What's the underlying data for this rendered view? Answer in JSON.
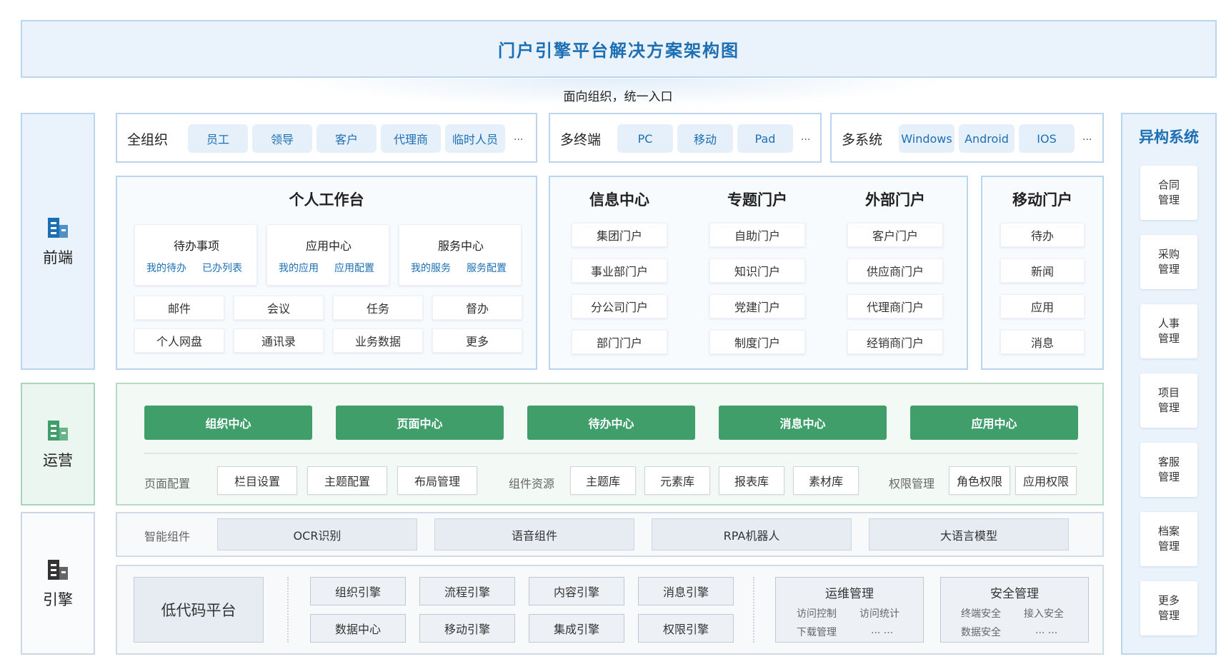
{
  "title": "门户引擎平台解决方案架构图",
  "subtitle": "面向组织，统一入口",
  "colors": {
    "primary_blue": "#1d6fb3",
    "panel_blue": "#eaf3fb",
    "ops_green": "#3f9e6a",
    "engine_gray": "#e7ecf2"
  },
  "layers": {
    "front": "前端",
    "ops": "运营",
    "engine": "引擎"
  },
  "icons": {
    "layer": "building-icon"
  },
  "access": {
    "org": {
      "label": "全组织",
      "chips": [
        "员工",
        "领导",
        "客户",
        "代理商",
        "临时人员"
      ],
      "more": "..."
    },
    "terminal": {
      "label": "多终端",
      "chips": [
        "PC",
        "移动",
        "Pad"
      ],
      "more": "..."
    },
    "system": {
      "label": "多系统",
      "chips": [
        "Windows",
        "Android",
        "IOS"
      ],
      "more": "..."
    }
  },
  "workbench": {
    "title": "个人工作台",
    "cards": [
      {
        "title": "待办事项",
        "links": [
          "我的待办",
          "已办列表"
        ]
      },
      {
        "title": "应用中心",
        "links": [
          "我的应用",
          "应用配置"
        ]
      },
      {
        "title": "服务中心",
        "links": [
          "我的服务",
          "服务配置"
        ]
      }
    ],
    "grid": [
      "邮件",
      "会议",
      "任务",
      "督办",
      "个人网盘",
      "通讯录",
      "业务数据",
      "更多"
    ]
  },
  "portals": [
    {
      "title": "信息中心",
      "items": [
        "集团门户",
        "事业部门户",
        "分公司门户",
        "部门门户"
      ]
    },
    {
      "title": "专题门户",
      "items": [
        "自助门户",
        "知识门户",
        "党建门户",
        "制度门户"
      ]
    },
    {
      "title": "外部门户",
      "items": [
        "客户门户",
        "供应商门户",
        "代理商门户",
        "经销商门户"
      ]
    }
  ],
  "mobile": {
    "title": "移动门户",
    "items": [
      "待办",
      "新闻",
      "应用",
      "消息"
    ]
  },
  "ops": {
    "centers": [
      "组织中心",
      "页面中心",
      "待办中心",
      "消息中心",
      "应用中心"
    ],
    "page_config": {
      "label": "页面配置",
      "items": [
        "栏目设置",
        "主题配置",
        "布局管理"
      ]
    },
    "component_res": {
      "label": "组件资源",
      "items": [
        "主题库",
        "元素库",
        "报表库",
        "素材库"
      ]
    },
    "permission": {
      "label": "权限管理",
      "items": [
        "角色权限",
        "应用权限"
      ]
    }
  },
  "ai": {
    "label": "智能组件",
    "items": [
      "OCR识别",
      "语音组件",
      "RPA机器人",
      "大语言模型"
    ]
  },
  "engine": {
    "lowcode": "低代码平台",
    "row1": [
      "组织引擎",
      "流程引擎",
      "内容引擎",
      "消息引擎"
    ],
    "row2": [
      "数据中心",
      "移动引擎",
      "集成引擎",
      "权限引擎"
    ],
    "ops_mgmt": {
      "title": "运维管理",
      "items": [
        "访问控制",
        "访问统计",
        "下载管理",
        "... ..."
      ]
    },
    "sec_mgmt": {
      "title": "安全管理",
      "items": [
        "终端安全",
        "接入安全",
        "数据安全",
        "... ..."
      ]
    }
  },
  "hetero": {
    "title": "异构系统",
    "items": [
      [
        "合同",
        "管理"
      ],
      [
        "采购",
        "管理"
      ],
      [
        "人事",
        "管理"
      ],
      [
        "项目",
        "管理"
      ],
      [
        "客服",
        "管理"
      ],
      [
        "档案",
        "管理"
      ],
      [
        "更多",
        "管理"
      ]
    ]
  }
}
